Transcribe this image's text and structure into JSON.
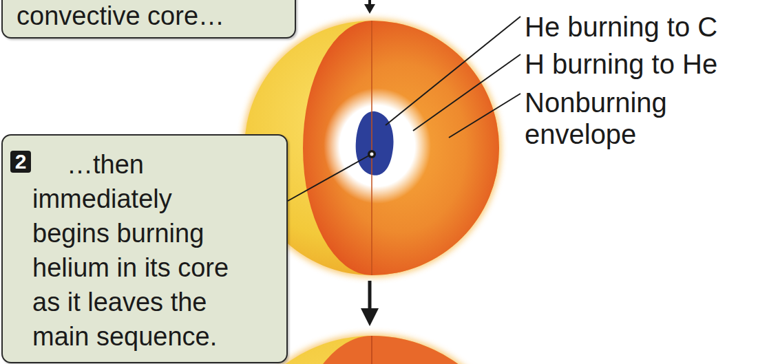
{
  "diagram": {
    "nodes": [
      {
        "text": [
          "convective core…"
        ]
      },
      {
        "text": [
          "2",
          "…then immediately begins burning helium in its core as it leaves the main sequence."
        ]
      }
    ],
    "labels": [
      "He burning to C",
      "H burning to He",
      "Nonburning envelope"
    ]
  }
}
